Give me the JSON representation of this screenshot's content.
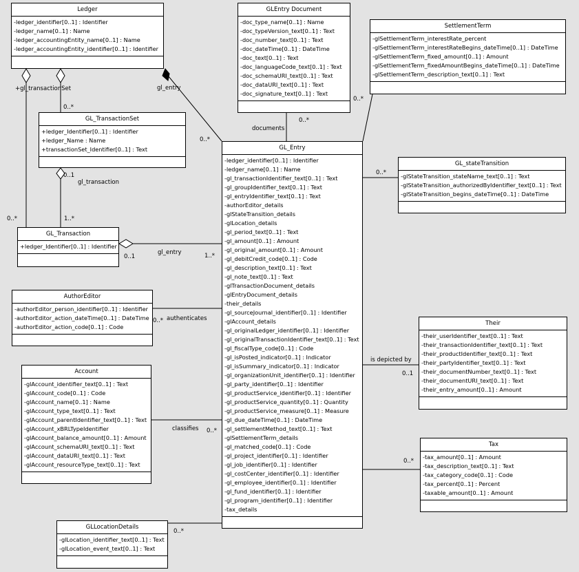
{
  "classes": {
    "ledger": {
      "title": "Ledger",
      "attributes": [
        "-ledger_identifier[0..1] : Identifier",
        "-ledger_name[0..1] : Name",
        "-ledger_accountingEntity_name[0..1] : Name",
        "-ledger_accountingEntity_identifier[0..1] : Identifier"
      ]
    },
    "glentry_document": {
      "title": "GLEntry Document",
      "attributes": [
        "-doc_type_name[0..1] : Name",
        "-doc_typeVersion_text[0..1] : Text",
        "-doc_number_text[0..1] : Text",
        "-doc_dateTime[0..1] : DateTime",
        "-doc_text[0..1] : Text",
        "-doc_languageCode_text[0..1] : Text",
        "-doc_schemaURI_text[0..1] : Text",
        "-doc_dataURI_text[0..1] : Text",
        "-doc_signature_text[0..1] : Text"
      ]
    },
    "settlement_term": {
      "title": "SettlementTerm",
      "attributes": [
        "-glSettlementTerm_interestRate_percent",
        "-glSettlementTerm_interestRateBegins_dateTime[0..1] : DateTime",
        "-glSettlementTerm_fixed_amount[0..1] : Amount",
        "-glSettlementTerm_fixedAmountBegins_dateTime[0..1] : DateTime",
        "-glSettlementTerm_description_text[0..1] : Text"
      ]
    },
    "gl_transaction_set": {
      "title": "GL_TransactionSet",
      "attributes": [
        "+ledger_Identifier[0..1] : Identifier",
        "+ledger_Name : Name",
        "+transactionSet_Identifier[0..1] : Text"
      ]
    },
    "gl_entry": {
      "title": "GL_Entry",
      "attributes": [
        "-ledger_identifier[0..1] : Identifier",
        "-ledger_name[0..1] : Name",
        "-gl_transactionIdentifier_text[0..1] : Text",
        "-gl_groupIdentifier_text[0..1] : Text",
        "-gl_entryIdentifier_text[0..1] : Text",
        "-authorEditor_details",
        "-glStateTransition_details",
        "-glLocation_details",
        "-gl_period_text[0..1] : Text",
        "-gl_amount[0..1] : Amount",
        "-gl_original_amount[0..1] : Amount",
        "-gl_debitCredit_code[0..1] : Code",
        "-gl_description_text[0..1] : Text",
        "-gl_note_text[0..1] : Text",
        "-glTransactionDocument_details",
        "-glEntryDocument_details",
        "-their_details",
        "-gl_sourceJournal_identifier[0..1] : Identifier",
        "-glAccount_details",
        "-gl_originalLedger_identifier[0..1] : Identifier",
        "-gl_originalTransactionIdentifier_text[0..1] : Text",
        "-gl_fiscalType_code[0..1] : Code",
        "-gl_isPosted_indicator[0..1] : Indicator",
        "-gl_isSummary_indicator[0..1] : Indicator",
        "-gl_organizationUnit_identifier[0..1] : Identifier",
        "-gl_party_identifier[0..1] : Identifier",
        "-gl_productService_identifier[0..1] : Identifier",
        "-gl_productService_quantity[0..1] : Quantity",
        "-gl_productService_measure[0..1] : Measure",
        "-gl_due_dateTime[0..1] : DateTime",
        "-gl_settlementMethod_text[0..1] : Text",
        "-glSettlementTerm_details",
        "-gl_matched_code[0..1] : Code",
        "-gl_project_identifier[0..1] : Identifier",
        "-gl_job_identifier[0..1] : Identifier",
        "-gl_costCenter_identifier[0..1] : Identifier",
        "-gl_employee_identifier[0..1] : Identifier",
        "-gl_fund_identifier[0..1] : Identifier",
        "-gl_program_identifier[0..1] : Identifier",
        "-tax_details"
      ]
    },
    "gl_state_transition": {
      "title": "GL_stateTransition",
      "attributes": [
        "-glStateTransition_stateName_text[0..1] : Text",
        "-glStateTransition_authorizedByIdentifier_text[0..1] : Text",
        "-glStateTransition_begins_dateTime[0..1] : DateTime"
      ]
    },
    "gl_transaction": {
      "title": "GL_Transaction",
      "attributes": [
        "+ledger_Identifier[0..1] : Identifier"
      ]
    },
    "author_editor": {
      "title": "AuthorEditor",
      "attributes": [
        "-authorEditor_person_identifier[0..1] : Identifier",
        "-authorEditor_action_dateTime[0..1] : DateTime",
        "-authorEditor_action_code[0..1] : Code"
      ]
    },
    "their": {
      "title": "Their",
      "attributes": [
        "-their_userIdentifier_text[0..1] : Text",
        "-their_transactionIdentifier_text[0..1] : Text",
        "-their_productIdentifier_text[0..1] : Text",
        "-their_partyIdentifier_text[0..1] : Text",
        "-their_documentNumber_text[0..1] : Text",
        "-their_documentURI_text[0..1] : Text",
        "-their_entry_amount[0..1] : Amount"
      ]
    },
    "account": {
      "title": "Account",
      "attributes": [
        "-glAccount_identifier_text[0..1] : Text",
        "-glAccount_code[0..1] : Code",
        "-glAccount_name[0..1] : Name",
        "-glAccount_type_text[0..1] : Text",
        "-glAccount_parentIdentifier_text[0..1] : Text",
        "-glAccount_xBRLTypeIdentifier",
        "-glAccount_balance_amount[0..1] : Amount",
        "-glAccount_schemaURI_text[0..1] : Text",
        "-glAccount_dataURI_text[0..1] : Text",
        "-glAccount_resourceType_text[0..1] : Text"
      ]
    },
    "tax": {
      "title": "Tax",
      "attributes": [
        "-tax_amount[0..1] : Amount",
        "-tax_description_text[0..1] : Text",
        "-tax_category_code[0..1] : Code",
        "-tax_percent[0..1] : Percent",
        "-taxable_amount[0..1] : Amount"
      ]
    },
    "gl_location_details": {
      "title": "GLLocationDetails",
      "attributes": [
        "-glLocation_identifier_text[0..1] : Text",
        "-glLocation_event_text[0..1] : Text"
      ]
    }
  },
  "labels": {
    "plus_gl_transaction_set": "+gl_transactionSet",
    "gl_entry_top": "gl_entry",
    "mult_0_star_a": "0..*",
    "mult_0_star_b": "0..*",
    "documents": "documents",
    "mult_0_star_docs": "0..*",
    "mult_0_star_settle": "0..*",
    "mult_0_1_txset": "0..1",
    "gl_transaction": "gl_transaction",
    "mult_0_star_left": "0..*",
    "mult_1_star_tx": "1..*",
    "mult_0_star_state": "0..*",
    "mult_0_1_entry": "0..1",
    "gl_entry_mid": "gl_entry",
    "mult_1_star_entry": "1..*",
    "authenticates": "authenticates",
    "mult_0_star_auth": "0..*",
    "is_depicted_by": "is depicted by",
    "mult_0_1_their": "0..1",
    "classifies": "classifies",
    "mult_0_star_acct": "0..*",
    "mult_0_star_tax": "0..*",
    "mult_0_star_loc": "0..*"
  }
}
